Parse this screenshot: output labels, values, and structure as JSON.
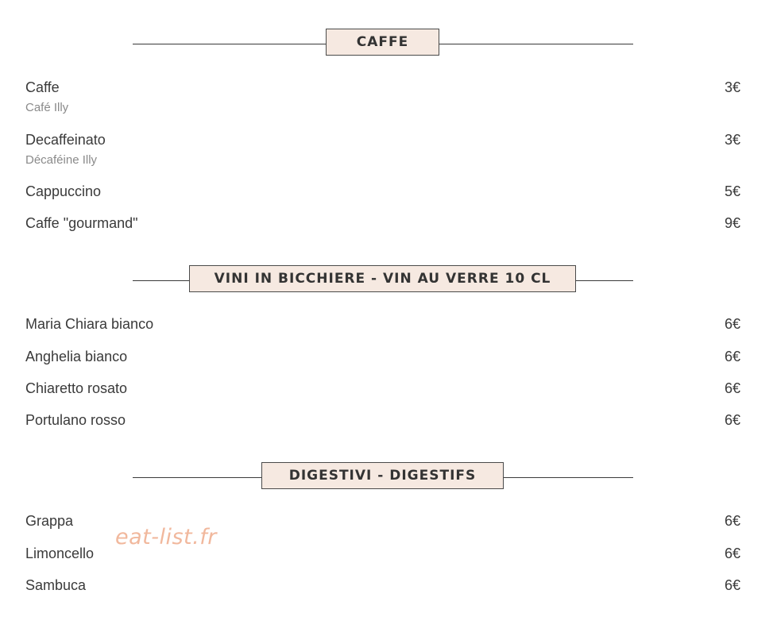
{
  "sections": [
    {
      "title": "CAFFE",
      "items": [
        {
          "name": "Caffe",
          "desc": "Café Illy",
          "price": "3€"
        },
        {
          "name": "Decaffeinato",
          "desc": "Décaféine Illy",
          "price": "3€"
        },
        {
          "name": "Cappuccino",
          "price": "5€"
        },
        {
          "name": "Caffe \"gourmand\"",
          "price": "9€"
        }
      ]
    },
    {
      "title": "VINI IN BICCHIERE - VIN AU VERRE 10 CL",
      "items": [
        {
          "name": "Maria Chiara bianco",
          "price": "6€"
        },
        {
          "name": "Anghelia bianco",
          "price": "6€"
        },
        {
          "name": "Chiaretto rosato",
          "price": "6€"
        },
        {
          "name": "Portulano rosso",
          "price": "6€"
        }
      ]
    },
    {
      "title": "DIGESTIVI - DIGESTIFS",
      "items": [
        {
          "name": "Grappa",
          "price": "6€"
        },
        {
          "name": "Limoncello",
          "price": "6€"
        },
        {
          "name": "Sambuca",
          "price": "6€"
        }
      ]
    }
  ],
  "watermark": "eat-list.fr"
}
